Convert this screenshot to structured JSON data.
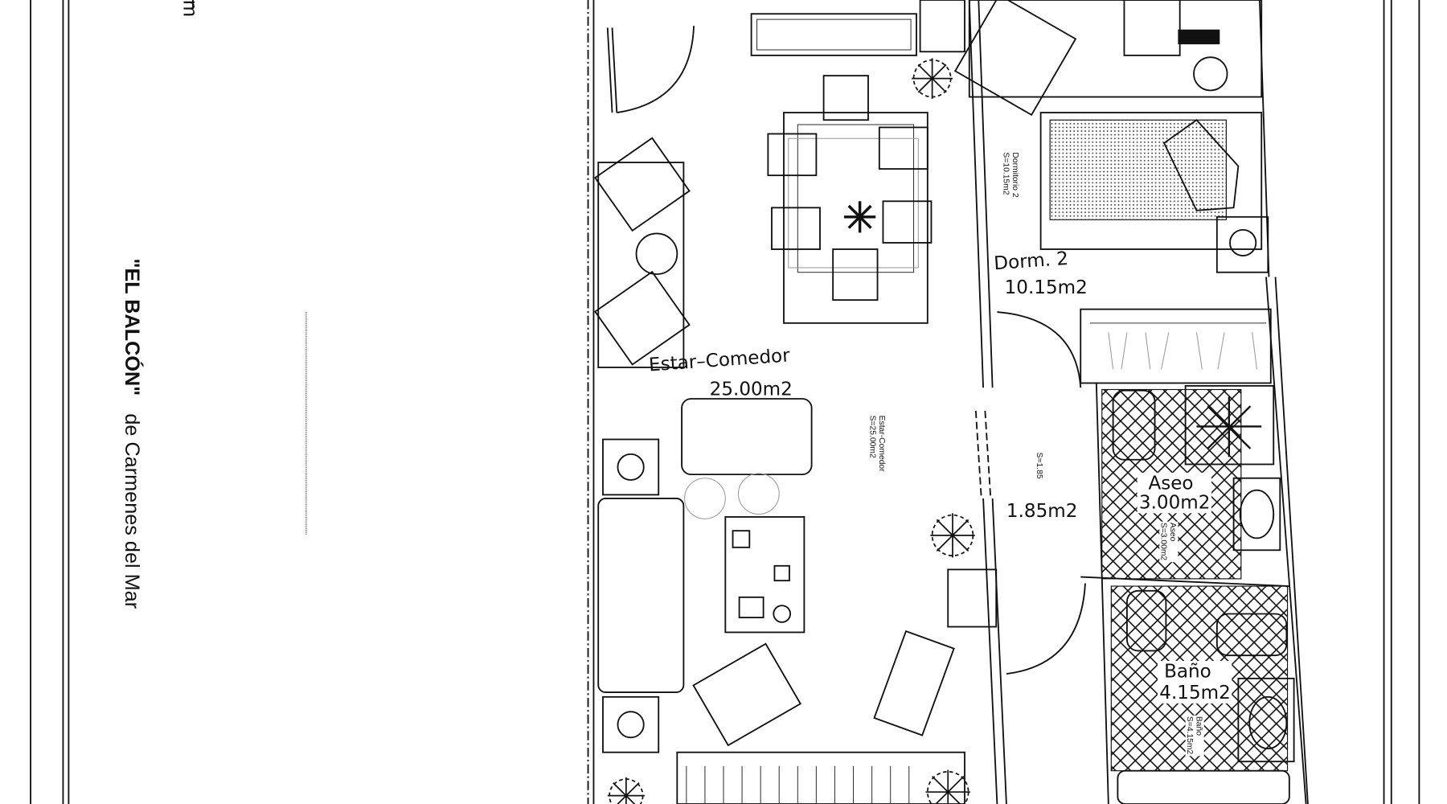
{
  "sheet": {
    "title": "\"EL BALCÓN\"",
    "subtitle": "de Carmenes del Mar",
    "corner_fragment": "m"
  },
  "rooms": {
    "living": {
      "name": "Estar–Comedor",
      "area": "25.00m2",
      "label_small": "Estar-Comedor",
      "area_small": "S=25.00m2"
    },
    "dorm2": {
      "name": "Dorm. 2",
      "area": "10.15m2",
      "label_small": "Dormitorio 2",
      "area_small": "S=10.15m2"
    },
    "hall": {
      "area": "1.85m2",
      "area_small": "S=1.85"
    },
    "aseo": {
      "name": "Aseo",
      "area": "3.00m2",
      "label_small": "Aseo",
      "area_small": "S=3.00m2"
    },
    "bano": {
      "name": "Baño",
      "area": "4.15m2",
      "label_small": "Baño",
      "area_small": "S=4.15m2"
    }
  },
  "colors": {
    "line": "#111111",
    "background": "#ffffff"
  }
}
